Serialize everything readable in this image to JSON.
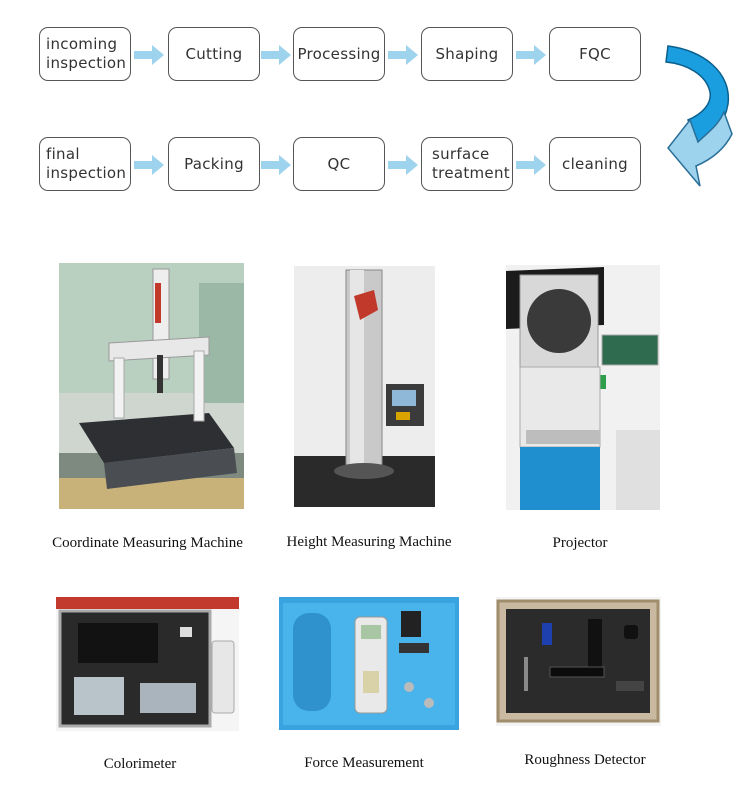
{
  "flow": {
    "row1": [
      "incoming\ninspection",
      "Cutting",
      "Processing",
      "Shaping",
      "FQC"
    ],
    "row2": [
      "final\ninspection",
      "Packing",
      "QC",
      "surface\ntreatment",
      "cleaning"
    ],
    "arrow_color": "#9ed3ee",
    "turn_arrow_color": "#1a9ee0"
  },
  "equipment": [
    {
      "caption": "Coordinate Measuring Machine",
      "icon": "cmm-machine-icon"
    },
    {
      "caption": "Height Measuring Machine",
      "icon": "height-gauge-icon"
    },
    {
      "caption": "Projector",
      "icon": "profile-projector-icon"
    },
    {
      "caption": "Colorimeter",
      "icon": "colorimeter-case-icon"
    },
    {
      "caption": "Force Measurement",
      "icon": "force-gauge-case-icon"
    },
    {
      "caption": "Roughness Detector",
      "icon": "roughness-tester-case-icon"
    }
  ]
}
